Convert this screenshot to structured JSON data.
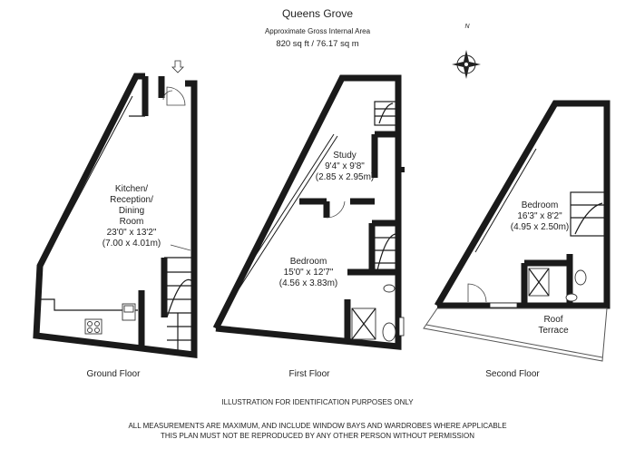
{
  "header": {
    "title": "Queens Grove",
    "area_label": "Approximate Gross Internal Area",
    "area_value": "820 sq ft  /  76.17 sq m"
  },
  "compass": {
    "north_label": "N",
    "icon": "compass-rose-icon"
  },
  "floors": [
    {
      "name": "Ground Floor",
      "rooms": [
        {
          "lines": [
            "Kitchen/",
            "Reception/",
            "Dining",
            "Room",
            "23'0\" x 13'2\"",
            "(7.00 x 4.01m)"
          ]
        }
      ]
    },
    {
      "name": "First Floor",
      "rooms": [
        {
          "lines": [
            "Study",
            "9'4\" x 9'8\"",
            "(2.85 x 2.95m)"
          ]
        },
        {
          "lines": [
            "Bedroom",
            "15'0\" x 12'7\"",
            "(4.56 x 3.83m)"
          ]
        }
      ]
    },
    {
      "name": "Second Floor",
      "rooms": [
        {
          "lines": [
            "Bedroom",
            "16'3\" x 8'2\"",
            "(4.95 x 2.50m)"
          ]
        },
        {
          "lines": [
            "Roof",
            "Terrace"
          ]
        }
      ]
    }
  ],
  "footer": {
    "disclaimer": "ILLUSTRATION FOR IDENTIFICATION PURPOSES ONLY",
    "note1": "ALL MEASUREMENTS ARE MAXIMUM, AND INCLUDE WINDOW BAYS AND WARDROBES WHERE APPLICABLE",
    "note2": "THIS PLAN MUST NOT BE REPRODUCED BY ANY OTHER PERSON WITHOUT PERMISSION"
  }
}
